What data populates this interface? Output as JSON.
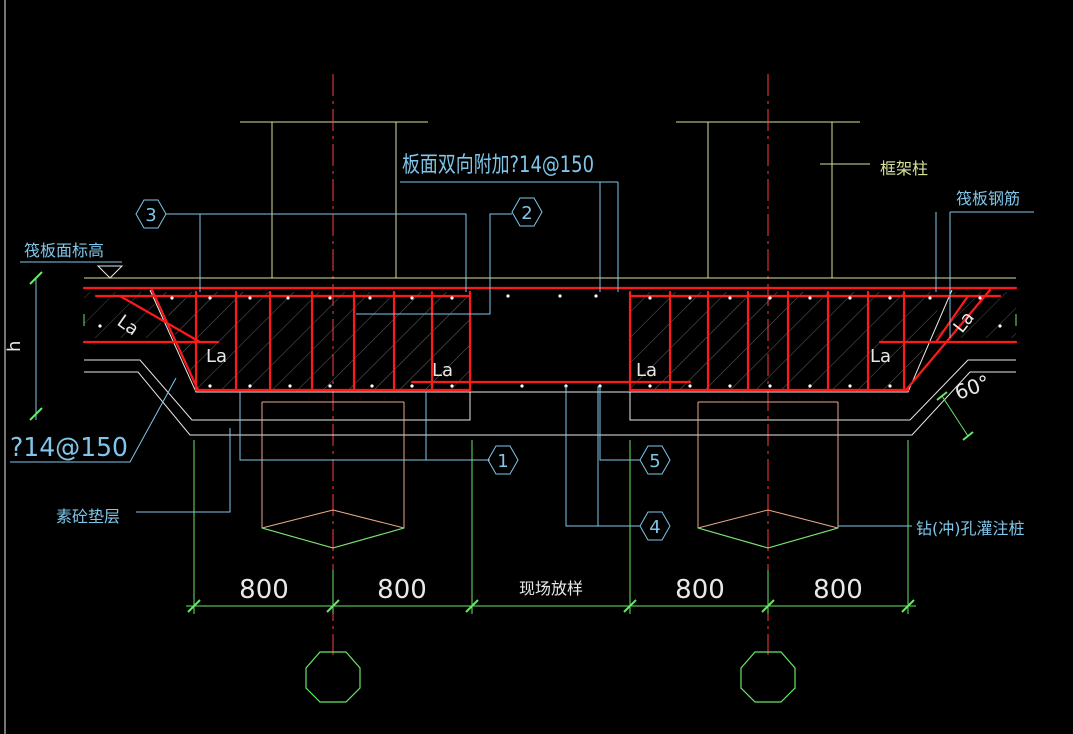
{
  "drawing": {
    "annotations": {
      "slab_extra_rebar": "板面双向附加?14@150",
      "frame_column": "框架柱",
      "raft_rebar": "筏板钢筋",
      "raft_top_elevation": "筏板面标高",
      "h_label": "h",
      "bottom_rebar": "?14@150",
      "plain_concrete_cushion": "素砼垫层",
      "bored_pile": "钻(冲)孔灌注桩",
      "angle": "60°",
      "anchorage": "La"
    },
    "callouts": [
      "1",
      "2",
      "3",
      "4",
      "5"
    ],
    "dimensions": [
      "800",
      "800",
      "现场放样",
      "800",
      "800"
    ],
    "colors": {
      "background": "#000000",
      "rebar": "#ff1a1a",
      "outline": "#e8e8e8",
      "column": "#d8e29a",
      "leader": "#7fc6ea",
      "dimension": "#67e667",
      "centerline": "#ff3b3b",
      "hatch": "#bdbdbd",
      "pile": "#e9a98a"
    }
  }
}
